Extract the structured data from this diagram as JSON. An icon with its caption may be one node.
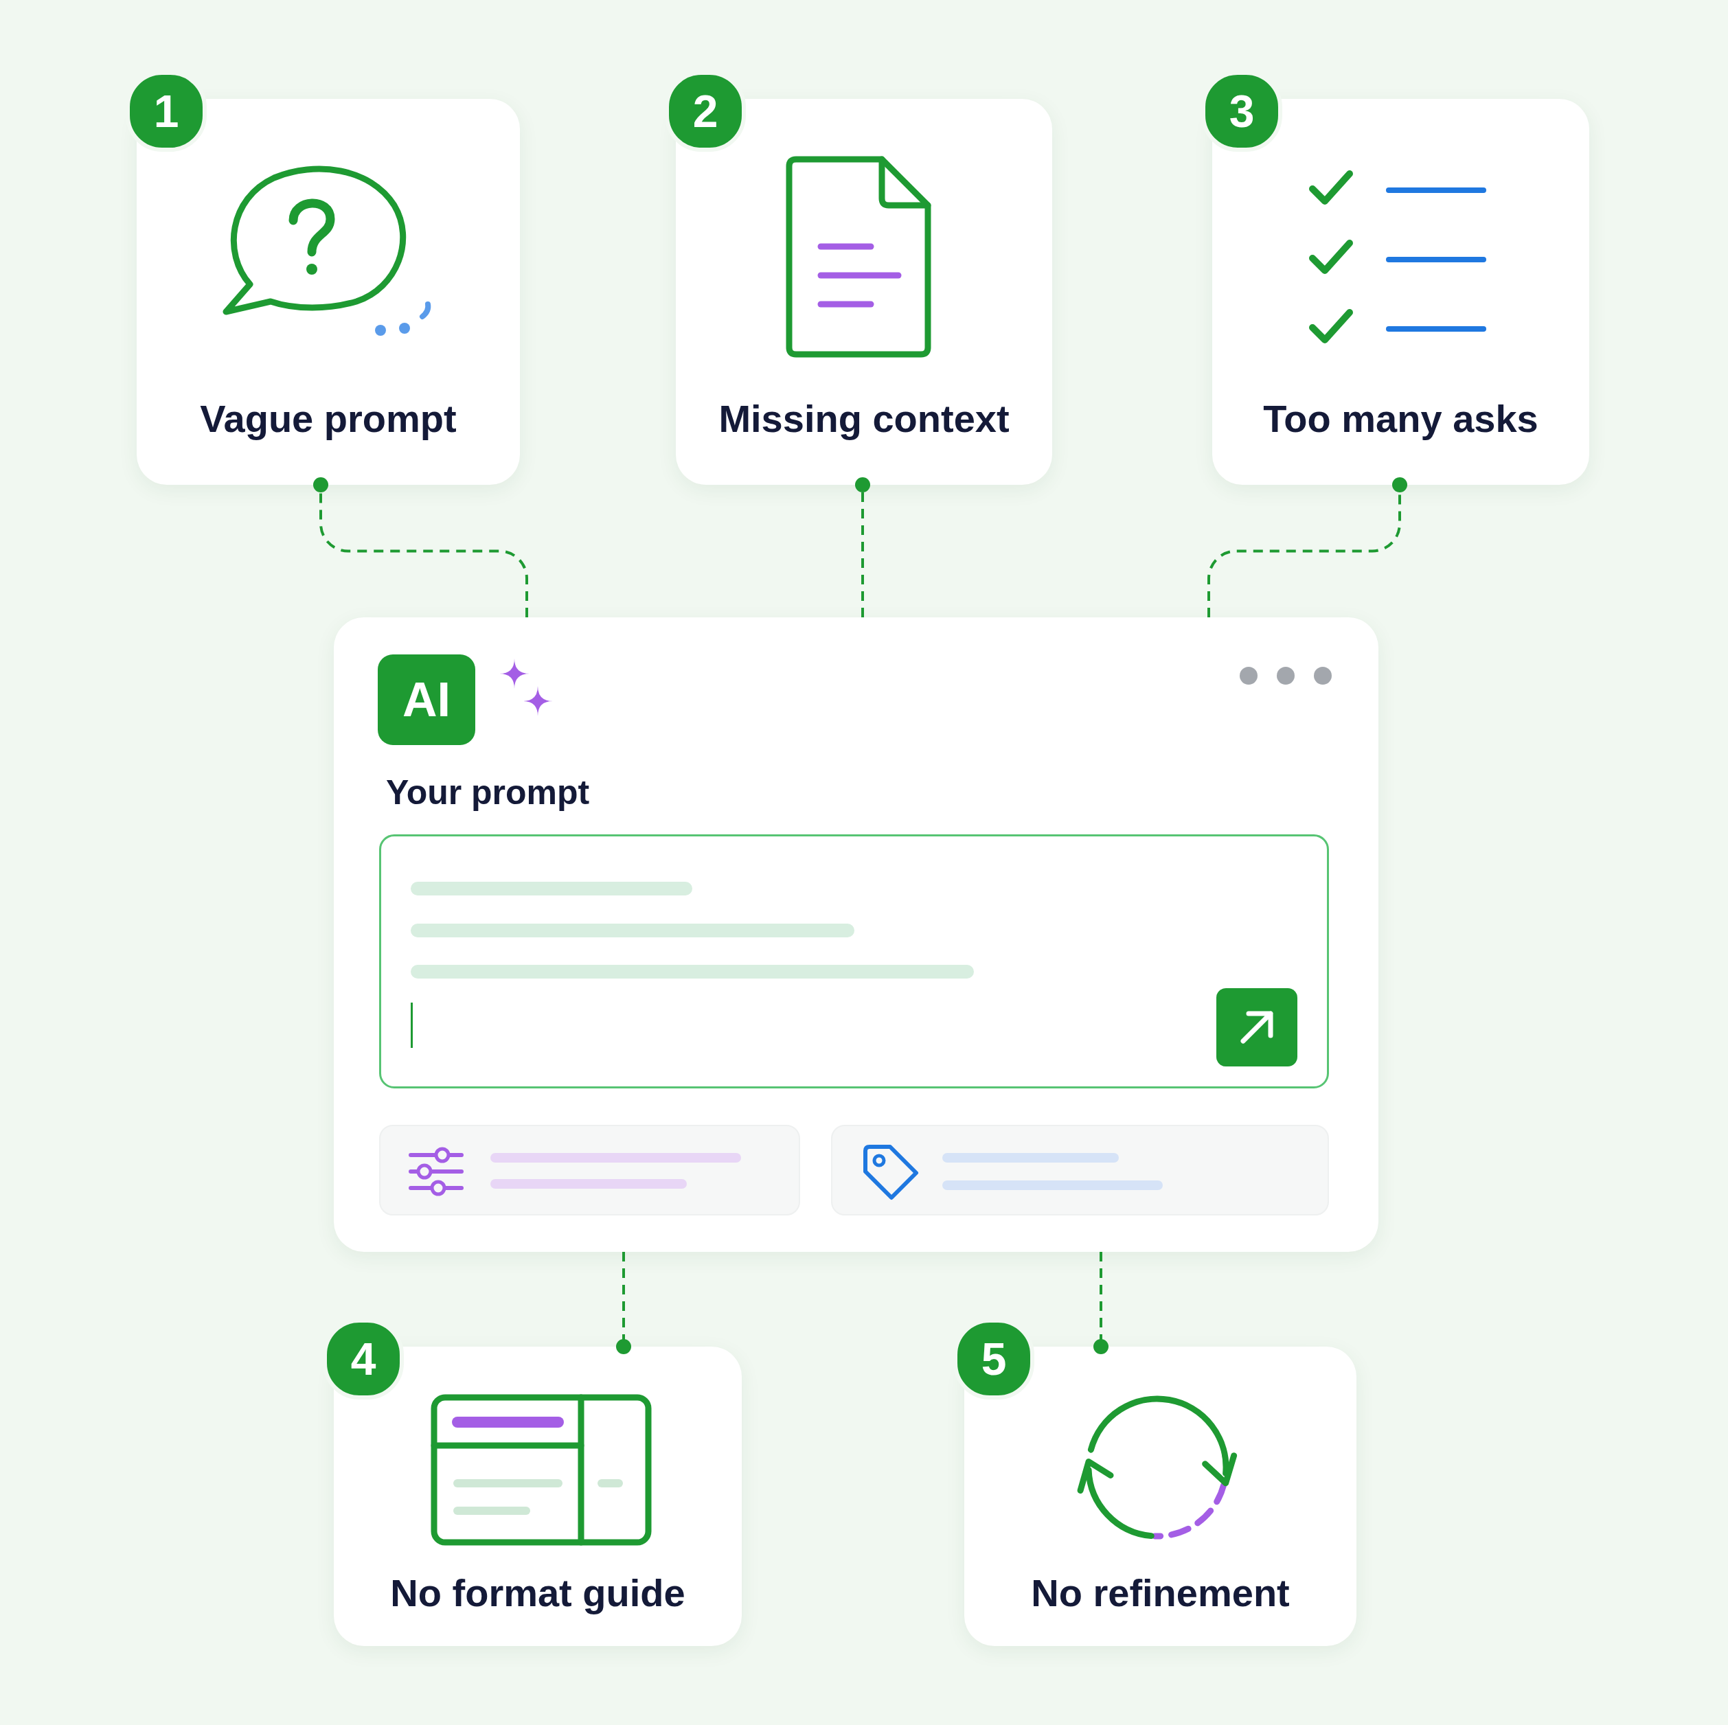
{
  "diagram": {
    "nodes": [
      {
        "text": [
          "1",
          "Vague prompt"
        ]
      },
      {
        "text": [
          "2",
          "Missing context"
        ]
      },
      {
        "text": [
          "3",
          "Too many asks"
        ]
      },
      {
        "text": [
          "Your prompt"
        ]
      },
      {
        "text": [
          "4",
          "No format guide"
        ]
      },
      {
        "text": [
          "5",
          "No refinement"
        ]
      }
    ],
    "edges": [
      {
        "from": 3,
        "to": 0,
        "arrow": "other",
        "style": "dashed"
      },
      {
        "from": 3,
        "to": 1,
        "arrow": "other",
        "style": "dashed"
      },
      {
        "from": 3,
        "to": 2,
        "arrow": "other",
        "style": "dashed"
      },
      {
        "from": 3,
        "to": 4,
        "arrow": "other",
        "style": "dashed"
      },
      {
        "from": 3,
        "to": 5,
        "arrow": "other",
        "style": "dashed"
      }
    ],
    "labels": [
      "AI"
    ]
  }
}
